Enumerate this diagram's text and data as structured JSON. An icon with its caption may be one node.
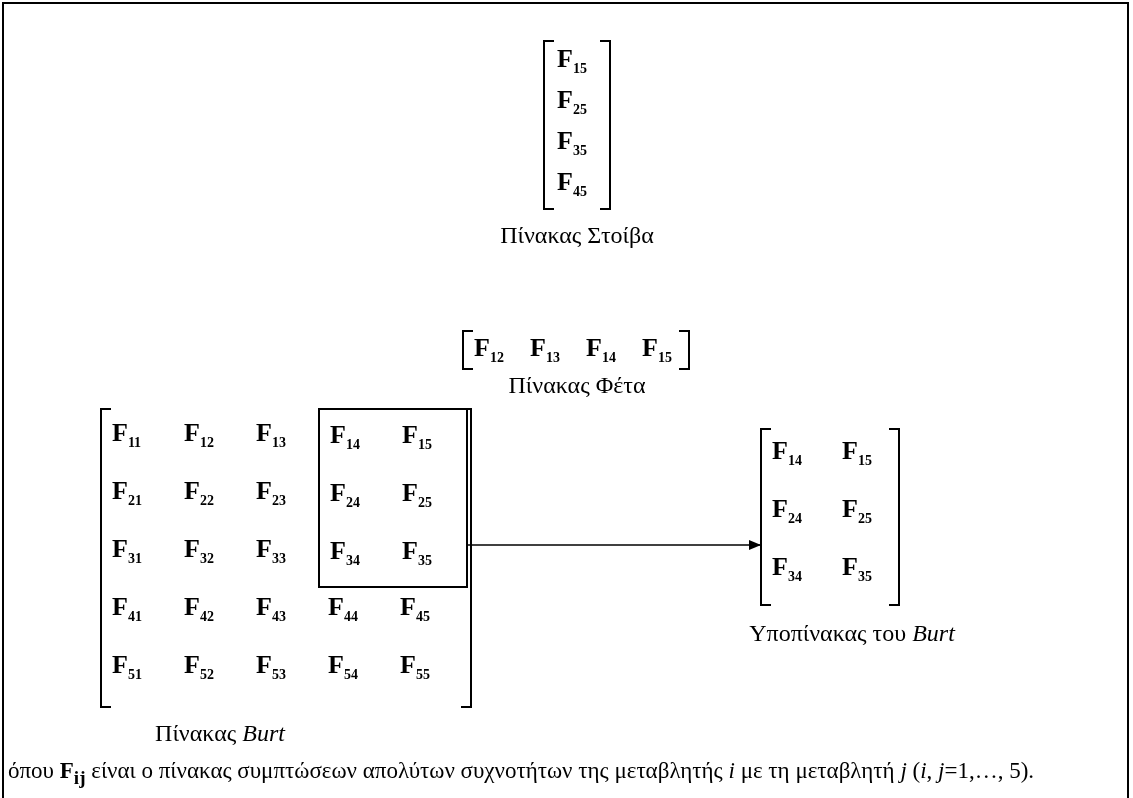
{
  "diagram": {
    "nodes": [
      {
        "text": [
          "F$_{14}$",
          "F$_{15}$",
          "F$_{24}$",
          "F$_{25}$",
          "F$_{34}$",
          "F$_{35}$"
        ]
      },
      {
        "text": [
          "F$_{14}$",
          "F$_{15}$",
          "F$_{24}$",
          "F$_{25}$",
          "F$_{34}$",
          "F$_{35}$"
        ],
        "beside": [
          "Υποπίνακας του *Burt*"
        ]
      }
    ],
    "edges": [
      {
        "from": 0,
        "to": 1,
        "arrow": "to"
      }
    ],
    "labels": [
      "F$_{15}$",
      "F$_{25}$",
      "F$_{35}$",
      "F$_{45}$",
      "Πίνακας Στοίβα",
      "F$_{12}$",
      "F$_{13}$",
      "F$_{14}$",
      "F$_{15}$",
      "Πίνακας Φέτα",
      "F$_{11}$",
      "F$_{12}$",
      "F$_{13}$",
      "F$_{21}$",
      "F$_{22}$",
      "F$_{23}$",
      "F$_{31}$",
      "F$_{32}$",
      "F$_{33}$",
      "F$_{41}$",
      "F$_{42}$",
      "F$_{43}$",
      "F$_{44}$",
      "F$_{45}$",
      "F$_{51}$",
      "F$_{52}$",
      "F$_{53}$",
      "F$_{54}$",
      "F$_{55}$",
      "Πίνακας *Burt*",
      "όπου **F$_{ij}$** είναι ο πίνακας συμπτώσεων απολύτων συχνοτήτων της μεταβλητής *i* με τη μεταβλητή *j* (*i*, *j*=1,…, 5)."
    ]
  }
}
